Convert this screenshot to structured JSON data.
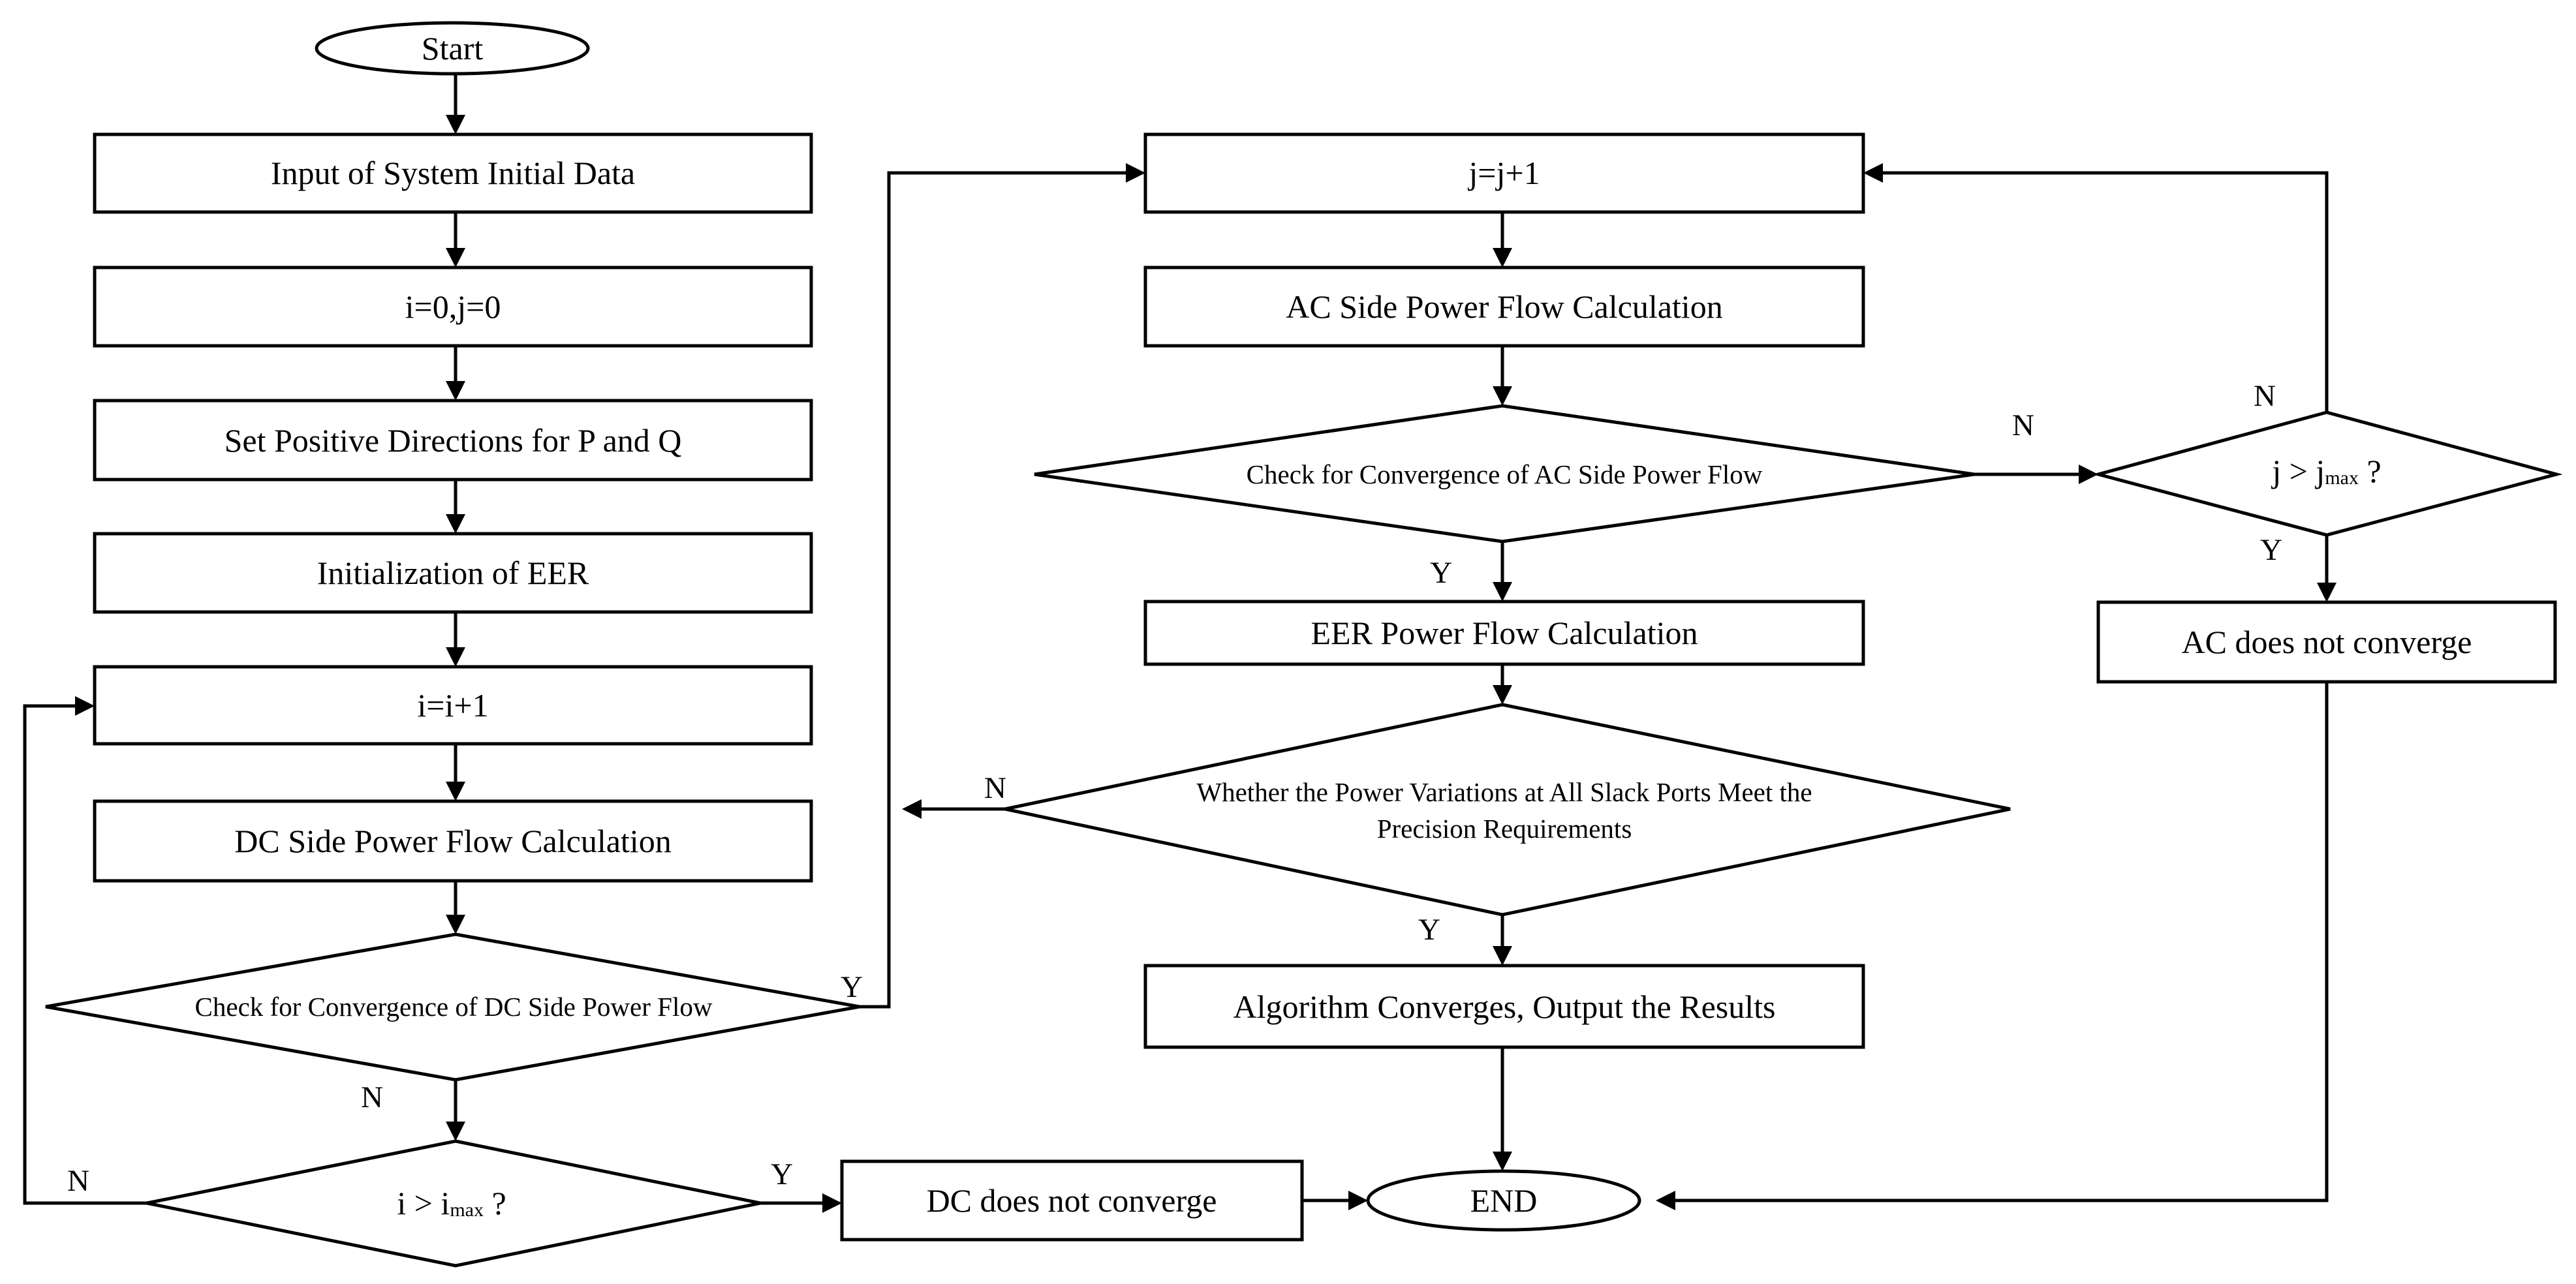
{
  "nodes": {
    "start": "Start",
    "input_data": "Input of System Initial Data",
    "init_ij": "i=0,j=0",
    "set_directions": "Set Positive Directions for P and Q",
    "init_eer": "Initialization of EER",
    "i_increment": "i=i+1",
    "dc_calc": "DC Side Power Flow Calculation",
    "dc_check": "Check for Convergence of DC Side Power Flow",
    "i_limit": {
      "prefix": "i > i",
      "sub": "max",
      "suffix": " ?"
    },
    "dc_not_converge": "DC does not converge",
    "end": "END",
    "j_increment": "j=j+1",
    "ac_calc": "AC Side Power Flow Calculation",
    "ac_check": "Check for Convergence of AC Side Power Flow",
    "j_limit": {
      "prefix": "j > j",
      "sub": "max",
      "suffix": " ?"
    },
    "ac_not_converge": "AC does not converge",
    "eer_calc": "EER Power Flow Calculation",
    "precision_check": {
      "line1": "Whether the Power Variations at All Slack Ports Meet the",
      "line2": "Precision Requirements"
    },
    "converges": "Algorithm Converges, Output the Results"
  },
  "edge_labels": {
    "dc_check_yes": "Y",
    "dc_check_no": "N",
    "i_limit_yes": "Y",
    "i_limit_no": "N",
    "ac_check_yes": "Y",
    "ac_check_no": "N",
    "j_limit_yes": "Y",
    "j_limit_no": "N",
    "precision_yes": "Y",
    "precision_no": "N"
  }
}
